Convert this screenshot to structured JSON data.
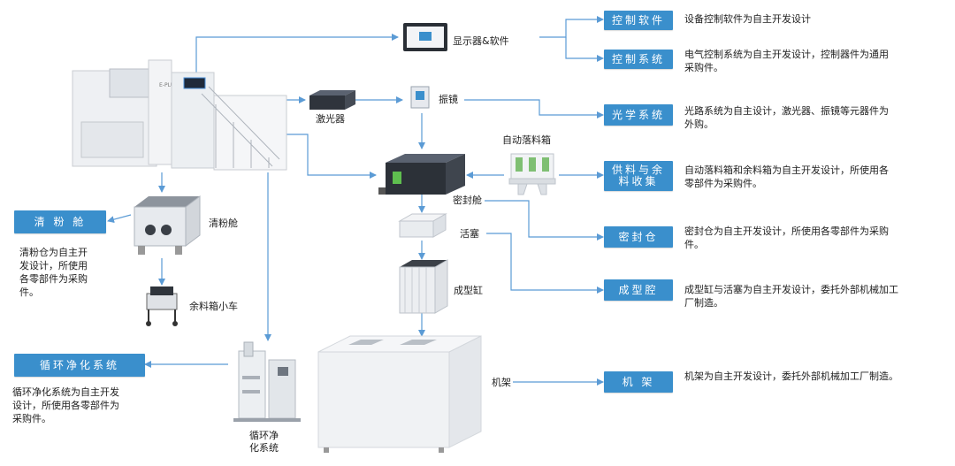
{
  "colors": {
    "accent_box": "#3a8fcc",
    "connector": "#5b9bd5"
  },
  "labels": {
    "display": "显示器&软件",
    "laser": "激光器",
    "galvo": "振镜",
    "auto_drop_box": "自动落料箱",
    "sealed_chamber": "密封舱",
    "piston": "活塞",
    "forming_cylinder": "成型缸",
    "rack": "机架",
    "powder_clean_chamber": "清粉舱",
    "residue_cart": "余料箱小车",
    "circulation_purifier": [
      "循环净",
      "化系统"
    ]
  },
  "boxes": {
    "control_software": "控制软件",
    "control_system": "控制系统",
    "optical_system": "光学系统",
    "feed_residue": [
      "供料与余",
      "料收集"
    ],
    "seal_chamber": "密封仓",
    "forming_cavity": "成型腔",
    "rack": "机 架",
    "powder_clean": "清 粉 舱",
    "circulation": "循环净化系统"
  },
  "descriptions": {
    "control_software": [
      "设备控制软件为自主开发设计"
    ],
    "control_system": [
      "电气控制系统为自主开发设计，控制器件为通用",
      "采购件。"
    ],
    "optical_system": [
      "光路系统为自主设计，激光器、振镜等元器件为",
      "外购。"
    ],
    "feed_residue": [
      "自动落料箱和余料箱为自主开发设计，所使用各",
      "零部件为采购件。"
    ],
    "seal_chamber": [
      "密封仓为自主开发设计，所使用各零部件为采购",
      "件。"
    ],
    "forming_cavity": [
      "成型缸与活塞为自主开发设计，委托外部机械加工",
      "厂制造。"
    ],
    "rack": [
      "机架为自主开发设计，委托外部机械加工厂制造。"
    ],
    "powder_clean": [
      "清粉仓为自主开",
      "发设计，所使用",
      "各零部件为采购",
      "件。"
    ],
    "circulation": [
      "循环净化系统为自主开发",
      "设计，所使用各零部件为",
      "采购件。"
    ]
  }
}
